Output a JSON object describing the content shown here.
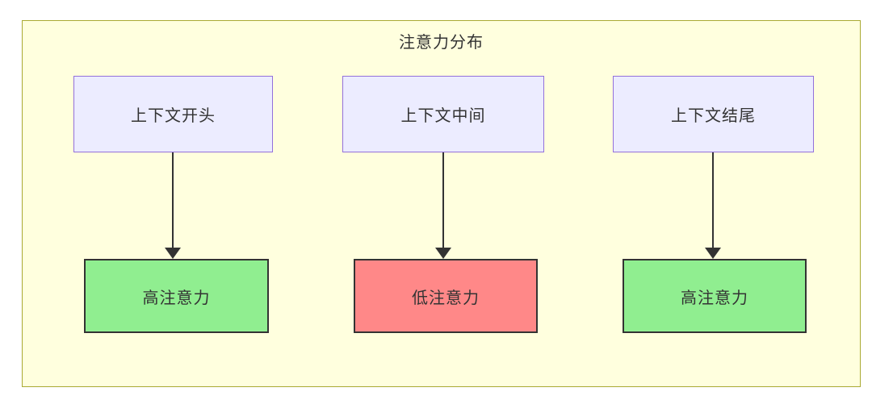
{
  "diagram": {
    "title": "注意力分布",
    "columns": [
      {
        "source": "上下文开头",
        "target": "高注意力",
        "target_type": "high"
      },
      {
        "source": "上下文中间",
        "target": "低注意力",
        "target_type": "low"
      },
      {
        "source": "上下文结尾",
        "target": "高注意力",
        "target_type": "high"
      }
    ],
    "colors": {
      "frame_fill": "#ffffde",
      "frame_stroke": "#aaaa33",
      "context_node_fill": "#ECECFF",
      "context_node_stroke": "#9370DB",
      "high_attention_fill": "#90EE90",
      "low_attention_fill": "#FF8888",
      "result_node_stroke": "#333333",
      "arrow_color": "#333333",
      "text_color": "#333333"
    }
  }
}
